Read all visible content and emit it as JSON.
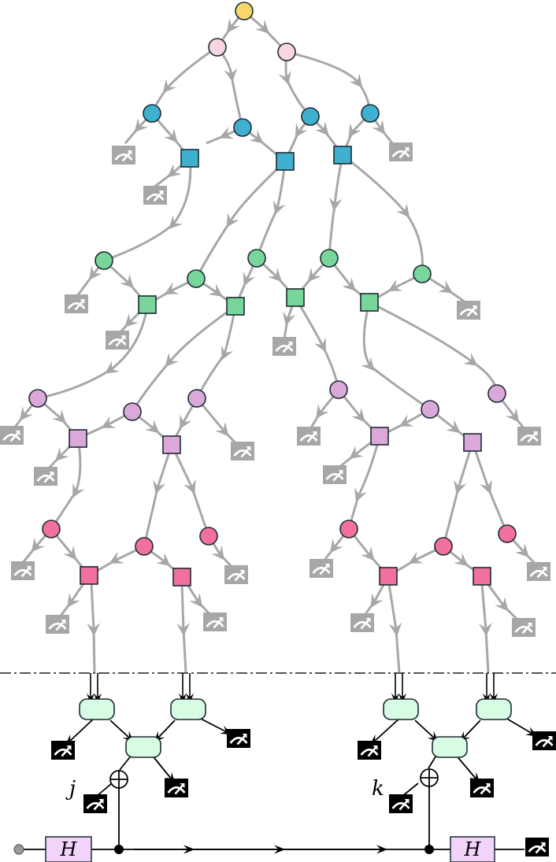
{
  "labels": {
    "hadamard_left": "H",
    "hadamard_right": "H",
    "index_j": "j",
    "index_k": "k"
  },
  "colors": {
    "root": "#f7d66b",
    "level1": "#f9d5e2",
    "level2": "#3fb0cf",
    "level3": "#78d69a",
    "level4": "#dba8da",
    "level5": "#f2709f",
    "fusion": "#d8fbe4",
    "hadamard": "#f2d4fa",
    "gray_edge": "#a7a7a7",
    "meter_gray": "#a7a7a7",
    "meter_black": "#000000",
    "stroke": "#1c2a33"
  },
  "icons": [
    "measurement-meter-icon",
    "xor-plus-icon",
    "arrow-icon"
  ]
}
